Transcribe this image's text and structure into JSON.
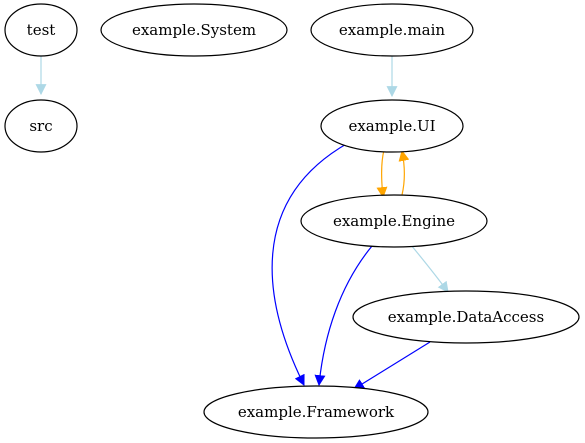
{
  "diagram": {
    "nodes": [
      {
        "id": "test",
        "label": "test"
      },
      {
        "id": "src",
        "label": "src"
      },
      {
        "id": "system",
        "label": "example.System"
      },
      {
        "id": "main",
        "label": "example.main"
      },
      {
        "id": "ui",
        "label": "example.UI"
      },
      {
        "id": "engine",
        "label": "example.Engine"
      },
      {
        "id": "dataaccess",
        "label": "example.DataAccess"
      },
      {
        "id": "framework",
        "label": "example.Framework"
      }
    ],
    "edges": [
      {
        "from": "test",
        "to": "src",
        "color": "#add8e6"
      },
      {
        "from": "main",
        "to": "ui",
        "color": "#add8e6"
      },
      {
        "from": "ui",
        "to": "engine",
        "color": "#ffa500"
      },
      {
        "from": "engine",
        "to": "ui",
        "color": "#ffa500"
      },
      {
        "from": "ui",
        "to": "framework",
        "color": "#0000ff"
      },
      {
        "from": "engine",
        "to": "framework",
        "color": "#0000ff"
      },
      {
        "from": "engine",
        "to": "dataaccess",
        "color": "#add8e6"
      },
      {
        "from": "dataaccess",
        "to": "framework",
        "color": "#0000ff"
      }
    ]
  }
}
